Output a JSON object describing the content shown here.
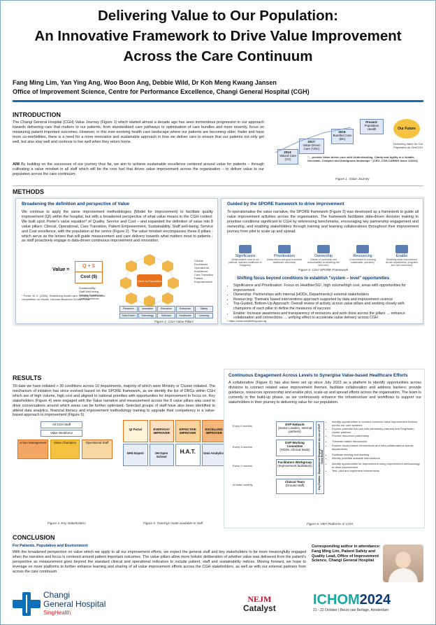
{
  "title": {
    "line1": "Delivering Value to Our Population:",
    "line2": "An Innovative Framework to Drive Value Improvement",
    "line3": "Across the Care Continuum"
  },
  "authors": {
    "names": "Fang Ming Lim, Yan Ying Ang, Woo Boon Ang, Debbie Wild, Dr Koh Meng Kwang Jansen",
    "affiliation": "Office of Improvement Science, Centre for Performance Excellence, Changi General Hospital (CGH)"
  },
  "intro": {
    "heading": "INTRODUCTION",
    "para1": "The Changi General Hospital (CGH) Value Journey (Figure 1) which started almost a decade ago has seen tremendous progression in our approach towards delivering care that matters to our patients, from standardised care pathways to optimisation of care bundles and more recently, focus on measuring patient important outcomes. However, in this ever-evolving health care landscape where our patients are becoming older, frailer and have more co-morbidities, there is a need for a more innovative and sustainable approach in how we deliver care to ensure that our patients not only get well, but also stay well and continue to live well when they return home.",
    "aim_label": "AIM",
    "aim": "By building on the successes of our journey thus far, we aim to achieve sustainable excellence centered around value for patients – through cultivating a value mindset in all staff which will be the core fuel that drives value improvement across the organisation – to deliver value to our population across the care continuum.",
    "fig1": {
      "steps": [
        {
          "year": "2014:",
          "name": "Valued Care (VC)"
        },
        {
          "year": "2017:",
          "name": "Value-Driven Care (VDC)"
        },
        {
          "year": "2019:",
          "name": "Bundled Care (BC)"
        },
        {
          "year": "Present:",
          "name": "Population Health"
        }
      ],
      "future": "Our Future",
      "future_caption": "Delivering Value for Our Population as OneCGH",
      "quote": "\"... provide Value-driven care with Understanding, Clarity and Agility in a Volatile, Uncertain, Complex and Ambiguous landscape.\" [CEO, CGH CARING Issue 1/2024]",
      "caption": "Figure 1. Value Journey"
    }
  },
  "methods": {
    "heading": "METHODS",
    "left": {
      "title": "Broadening the definition and perspective of Value",
      "para": "We continue to apply the same improvement methodologies (Model for Improvement) to facilitate quality improvement (QI) within the hospital, but with a broadened perspective of what value means in the CGH context. We built upon Porter's value equation* of Quality, Service and Cost – and expanded the definition of value into 8 value pillars: Clinical, Operational, Care Transition, Patient Empowerment, Sustainability, Staff well-being, Service and Cost excellence, with the population at the centre (Figure 2). The value mindset encompasses these 8 pillars - which serve as the lenses that will guide measurement and care delivery towards what matters most to patients - as staff proactively engage in data-driven continuous improvement and innovation.",
      "equation": {
        "value": "Value =",
        "num": "Q + S",
        "den": "Cost ($)"
      },
      "pillars": [
        "Clinical Excellence",
        "Operational Excellence",
        "Care Transition",
        "Patient Empowerment",
        "Sustainability",
        "Staff Well-being",
        "Service Excellence",
        "Cost Excellence"
      ],
      "center": "Value to Population",
      "grid": [
        "Research",
        "Innovation",
        "Education",
        "Enterprise",
        "Safety",
        "Data Driven",
        "Technology",
        "Software",
        "Healthcare",
        "Learning"
      ],
      "footnote": "* Porter, M. E. (2006). Redefining health care: creating value-based competition on results. Harvard Business School Press.",
      "caption": "Figure 2. CGH Value Pillars"
    },
    "right": {
      "title": "Guided by the SPORE framework to drive improvement",
      "para": "To operationalise the value narrative, the SPORE framework (Figure 3) was developed as a framework to guide all value improvement activities across the organisation. The framework facilitates data-driven decision making to prioritise conditions significant to CGH by referencing benchmarks, encouraging key partnership engagement and ownership, and enabling stakeholders through training and learning collaboratives throughout their improvement journey from pilot to scale up and spread.",
      "spore": [
        {
          "label": "Significance",
          "desc": "(What matters most to our patients, staff and healthcare in Singapore)"
        },
        {
          "label": "Prioritisation",
          "desc": "(Value-driven and goal to achieve healthcare outcomes)"
        },
        {
          "label": "Ownership",
          "desc": "(Sense of ownership and accountability to delivering the best care)"
        },
        {
          "label": "Resourcing",
          "desc": "(Commitment to ensuring sustainable, practices)"
        },
        {
          "label": "Enable",
          "desc": "(Enabling value improvement across departments, programs and care continuum)"
        }
      ],
      "fig3_caption": "Figure 3. CGH SPORE Framework",
      "sub": "Shifting focus beyond conditions to establish \"system – level\" opportunities",
      "bullets": [
        "Significance and Prioritisation: Focus on HealthierSG¹, high volume/high cost, areas with opportunities for improvement",
        "Ownership: Partnerships with Internal (HODs, Departments)/ external stakeholders",
        "Resourcing: Thematic based interventions approach supported by data and improvement science",
        "Top-Guided, Bottom-Up Approach: Overall review of activity across value pillars and working closely with champions of each pillar to define the measures of success",
        "Enable: Increase awareness and transparency of resources and work done across the pillars → enhance collaboration and connections → unifying effect to accelerate value delivery across CGH"
      ],
      "ref": "¹ https://www.healthiersg.gov.sg"
    }
  },
  "results": {
    "heading": "RESULTS",
    "para": "Till date we have initiated > 30 conditions across 10 departments, majority of which were Ministry or Cluster initiated. The mechanism of initiation has since evolved based on the SPORE framework, as we identify the list of DRGs within CGH which are of high volume, high cost and aligned to national priorities with opportunities for improvement to focus on. Key stakeholders (Figure 4) were engaged with the Value narrative and measurement across the 8 value pillars was used to drive conversations around which areas can be further optimised. Selected groups of staff have also been identified to attend data analytics, financial literacy and improvement methodology training to upgrade their competency in a value-based approach to improvement (Figure 5).",
    "fig4": {
      "top": "All CGH Staff",
      "mid": "Value Workforce",
      "left": "Action Management",
      "centre": "Value Champion",
      "right": "Operational Staff",
      "caption": "Figure 4. Key stakeholders"
    },
    "fig5": {
      "items": [
        "QI Portal",
        "EVERYDAY IMPROVER",
        "EFFECTIVE IMPROVER",
        "EXCELLING IMPROVER",
        "NHS Expert",
        "IHI Open School",
        "H.A.T.",
        "Data Analytics"
      ],
      "caption": "Figure 5. Trainings made available to staff"
    },
    "right": {
      "title": "Continuous Engagement Across Levels to Synergise Value-based Healthcare Efforts",
      "para": "A collaborative (Figure 6) has also been set up since July 2023 as a platform to identify opportunities across divisions to connect related value improvement themes, facilitate collaboration and address barriers; provide guidance, resources sponsorship and enable pilot, scale-up and spread efforts across the organisation. The team is currently in the build-up phase, as we continuously enhance the infrastructure and workflows to support our stakeholders in their journey to delivering value for our population.",
      "freq": [
        "Every 6 months",
        "Every 3 months",
        "Every 2 months",
        "At least monthly"
      ],
      "levels": [
        "DVP Network",
        "DVP Working Committee",
        "Facilitators Workgroup",
        "Clinical Team"
      ],
      "level_desc": [
        "(Senior Leaders, Internal partners)",
        "(HODs, Clinical leads)",
        "(Improvement facilitators)",
        "(Ground staff)"
      ],
      "side": "Key Enabler: Departmental Engagement via use of DVP Team Board",
      "actions": [
        "Identify opportunities to connect common Value improvement themes across our care systems",
        "Explore potential link-ups with community partners and SingHealth cluster platform",
        "Provide resources partnership",
        "Thematic based discussions",
        "Explore broad-based interventions and intra-collaborations across departments",
        "Facilitate sharing and learning",
        "Identify potential scalable interventions",
        "Identify opportunities for improvement using improvement methodology to drive improvement",
        "Test, pilot and implement interventions"
      ],
      "caption": "Figure 6. VBH Platforms in CGH"
    }
  },
  "conclusion": {
    "heading": "CONCLUSION",
    "sub": "For Patients, Population and Environment",
    "para": "With the broadened perspective on value which we apply to all our improvement efforts, we expect the general staff and key stakeholders to be more meaningfully engaged when the narrative and focus is centered around patient important outcomes. The value pillars allow more holistic deliberation of whether value was delivered from the patient's perspective as measurement goes beyond the standard clinical and operational indicators to include patient, staff and sustainability indices. Moving forward, we hope to leverage on more platforms to further enhance learning and sharing of all value improvement efforts across the CGH stakeholders, as well as with our external partners from across the care continuum.",
    "contact": "Corresponding author in attendance: Fang Ming Lim, Patient Safety and Quality Lead, Office of Improvement Science, Changi General Hospital"
  },
  "footer": {
    "org1": "Changi",
    "org2": "General Hospital",
    "org3": "SingHealth",
    "nejm1": "NEJM",
    "nejm2": "Catalyst",
    "ichom1": "ICHOM",
    "ichom2": "2024",
    "ichom_sub": "21 - 22 October | Beurs van Berlage, Amsterdam"
  },
  "colors": {
    "accent": "#0d6fb8",
    "orange": "#e8721c",
    "panel_bg": "#eef1f6"
  }
}
